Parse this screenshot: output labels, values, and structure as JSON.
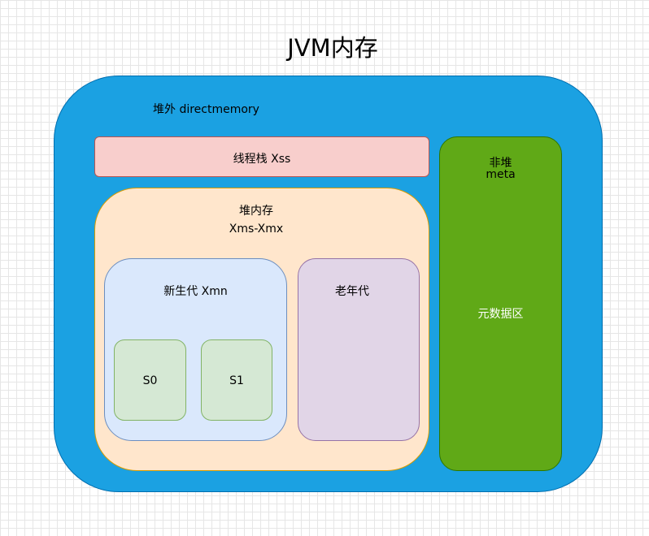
{
  "title": "JVM内存",
  "offheap": {
    "label": "堆外  directmemory"
  },
  "stack": {
    "label": "线程栈    Xss"
  },
  "heap": {
    "label": "堆内存",
    "sublabel": "Xms-Xmx"
  },
  "young": {
    "label": "新生代 Xmn"
  },
  "survivor0": {
    "label": "S0"
  },
  "survivor1": {
    "label": "S1"
  },
  "old": {
    "label": "老年代"
  },
  "nonheap": {
    "label": "非堆",
    "sublabel": "meta",
    "region_label": "元数据区"
  },
  "colors": {
    "offheap_fill": "#1ba1e2",
    "stack_fill": "#f8cecc",
    "heap_fill": "#ffe6cc",
    "young_fill": "#dae8fc",
    "old_fill": "#e1d5e7",
    "survivor_fill": "#d5e8d4",
    "nonheap_fill": "#60a917"
  }
}
